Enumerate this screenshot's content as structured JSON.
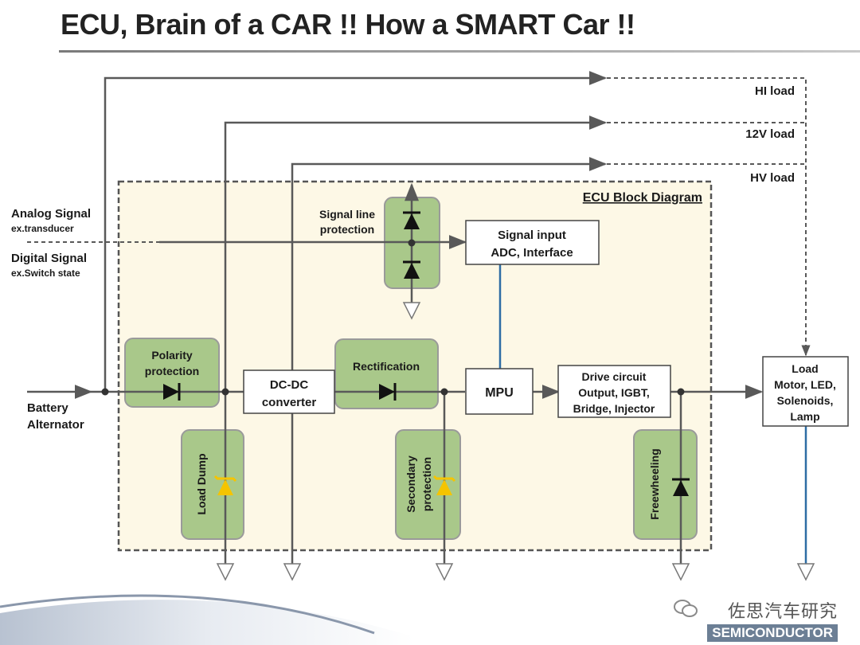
{
  "title": "ECU, Brain of a CAR !! How a SMART Car !!",
  "block_title": "ECU Block Diagram",
  "inputs": {
    "analog": "Analog Signal",
    "analog_sub": "ex.transducer",
    "digital": "Digital Signal",
    "digital_sub": "ex.Switch state",
    "battery_1": "Battery",
    "battery_2": "Alternator"
  },
  "loads": {
    "hi": "HI load",
    "v12": "12V load",
    "hv": "HV load"
  },
  "blocks": {
    "polarity_1": "Polarity",
    "polarity_2": "protection",
    "load_dump": "Load Dump",
    "dcdc_1": "DC-DC",
    "dcdc_2": "converter",
    "signal_line_1": "Signal line",
    "signal_line_2": "protection",
    "rectification": "Rectification",
    "secondary_1": "Secondary",
    "secondary_2": "protection",
    "signal_input_1": "Signal input",
    "signal_input_2": "ADC, Interface",
    "mpu": "MPU",
    "drive_1": "Drive circuit",
    "drive_2": "Output, IGBT,",
    "drive_3": "Bridge, Injector",
    "freewheeling": "Freewheeling",
    "load_1": "Load",
    "load_2": "Motor, LED,",
    "load_3": "Solenoids,",
    "load_4": "Lamp"
  },
  "brand": {
    "cn": "佐思汽车研究",
    "name": "SEMICONDUCTOR"
  },
  "colors": {
    "green_block": "#a9c88a",
    "ecu_bg": "#fdf8e6",
    "line": "#595959",
    "blue_line": "#2e6da4",
    "zener": "#f5c400"
  }
}
